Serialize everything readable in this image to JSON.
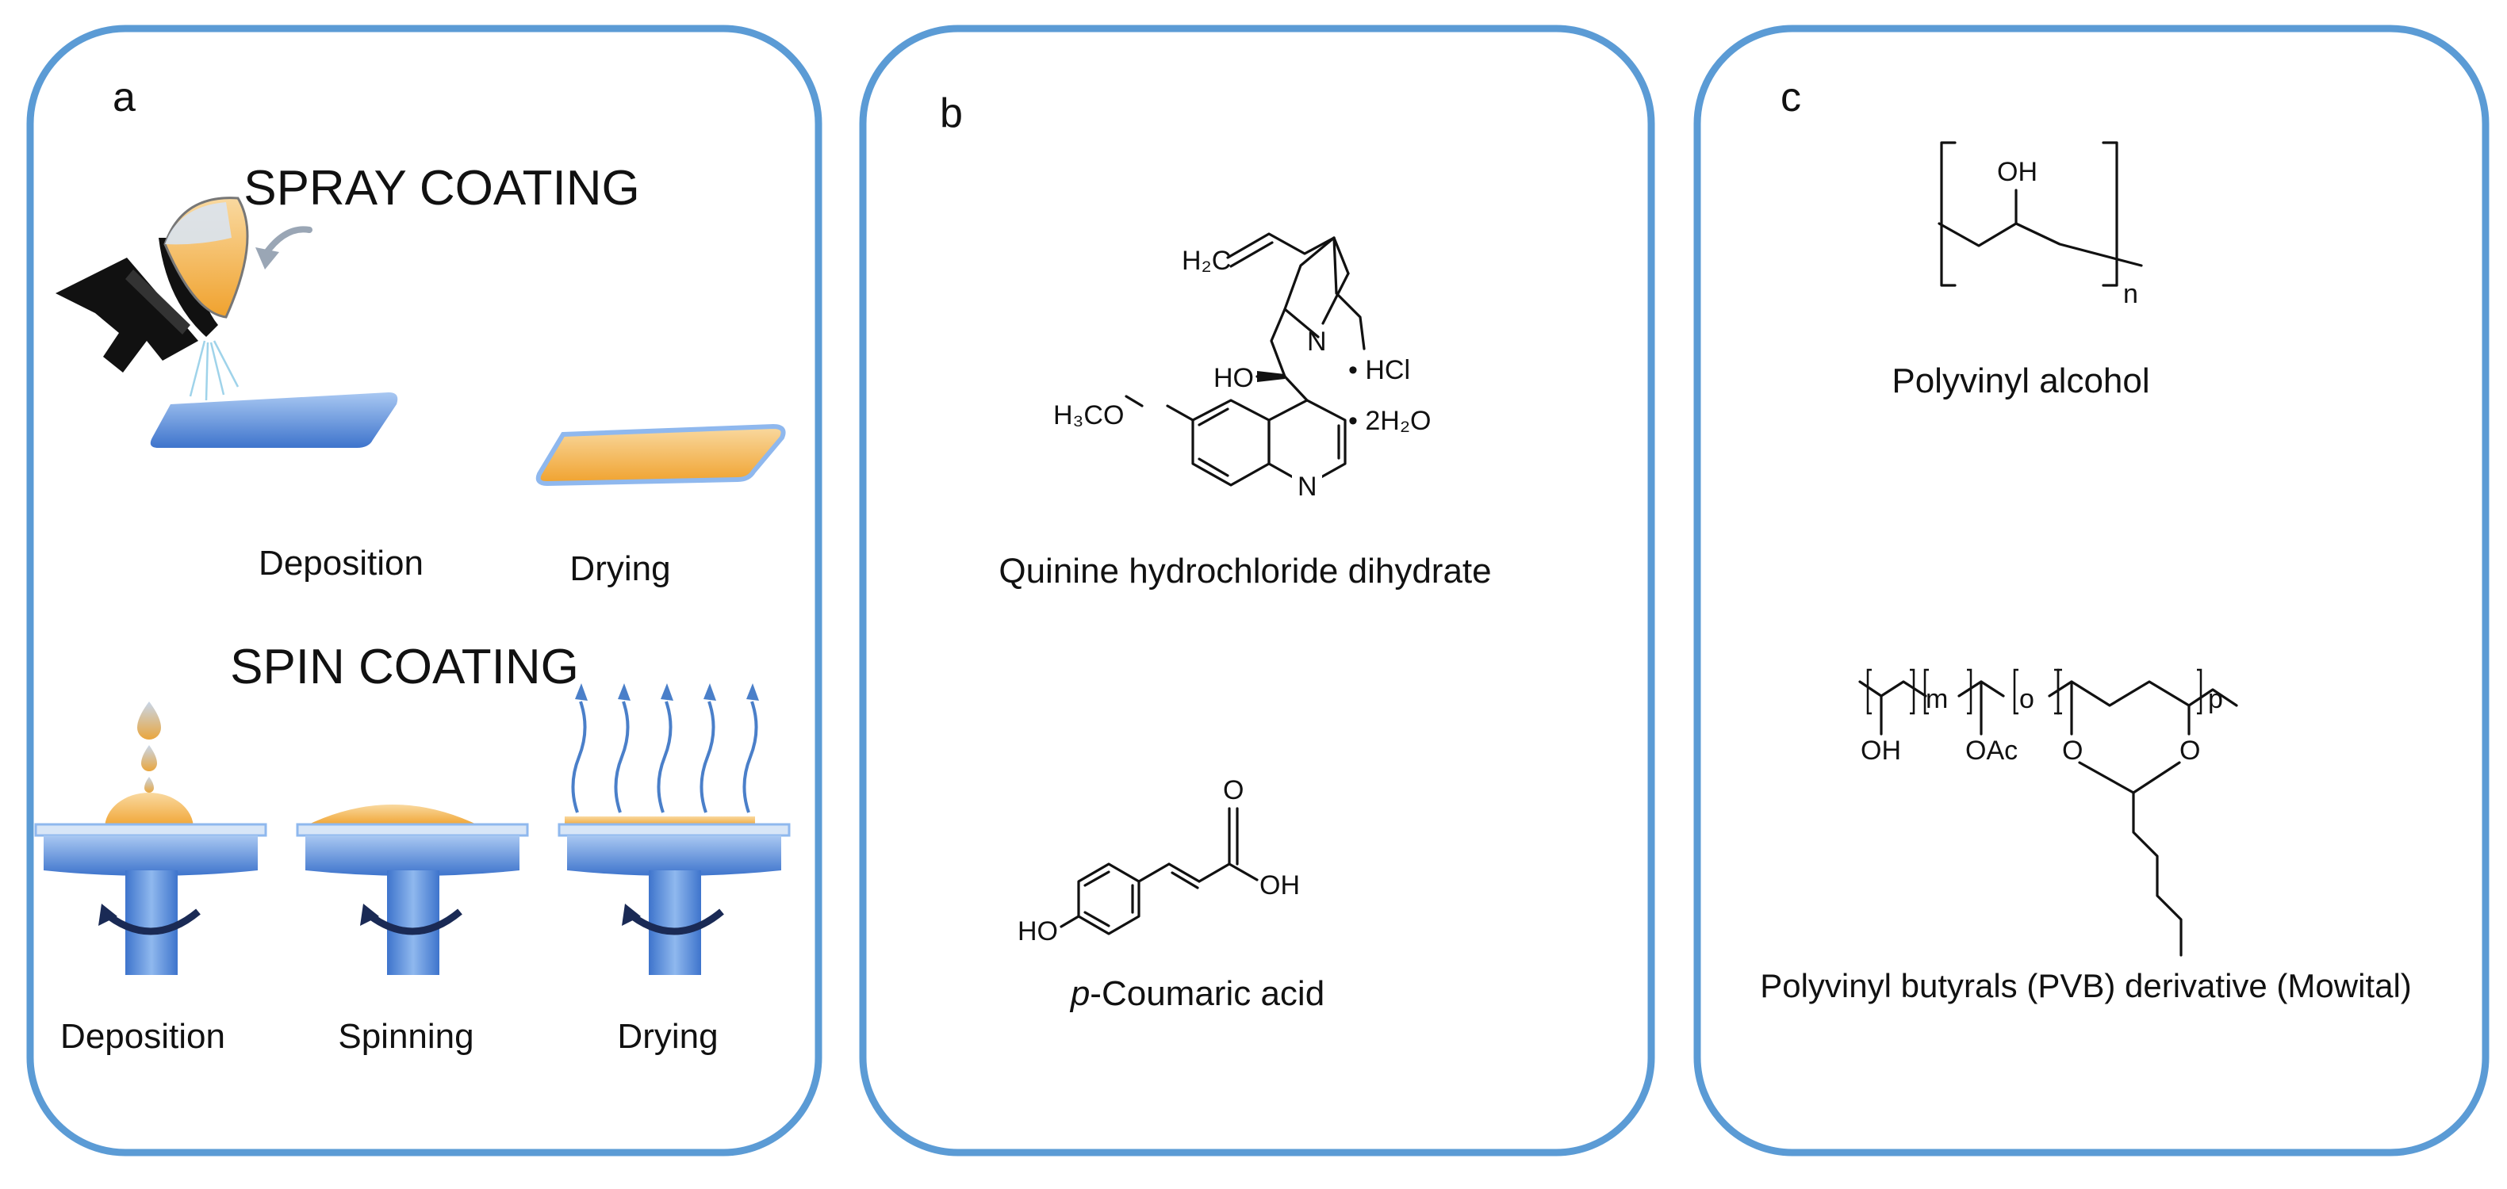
{
  "panels": [
    {
      "letter": "a",
      "spray": {
        "heading": "SPRAY COATING",
        "captions": [
          "Deposition",
          "Drying"
        ]
      },
      "spin": {
        "heading": "SPIN COATING",
        "captions": [
          "Deposition",
          "Spinning",
          "Drying"
        ]
      }
    },
    {
      "letter": "b",
      "quinine": {
        "caption": "Quinine hydrochloride dihydrate",
        "atoms": {
          "h2c": "H₂C",
          "n1": "N",
          "ho": "HO",
          "hcl": "• HCl",
          "h2o": "• 2H₂O",
          "h3co": "H₃CO",
          "n2": "N"
        }
      },
      "coumaric": {
        "caption_prefix": "p",
        "caption_rest": "-Coumaric acid",
        "atoms": {
          "o": "O",
          "oh": "OH",
          "ho": "HO"
        }
      }
    },
    {
      "letter": "c",
      "pva": {
        "caption": "Polyvinyl alcohol",
        "atoms": {
          "oh": "OH",
          "n": "n"
        }
      },
      "pvb": {
        "caption": "Polyvinyl butyrals (PVB) derivative (Mowital)",
        "atoms": {
          "m": "m",
          "o_sub": "o",
          "p": "p",
          "oh": "OH",
          "oac": "OAc",
          "o1": "O",
          "o2": "O"
        }
      }
    }
  ],
  "colors": {
    "frame": "#5b9bd5",
    "blue_light": "#8fb8ee",
    "blue_dark": "#3b6fc8",
    "orange": "#f2a93b",
    "steam": "#4a7fc9"
  }
}
